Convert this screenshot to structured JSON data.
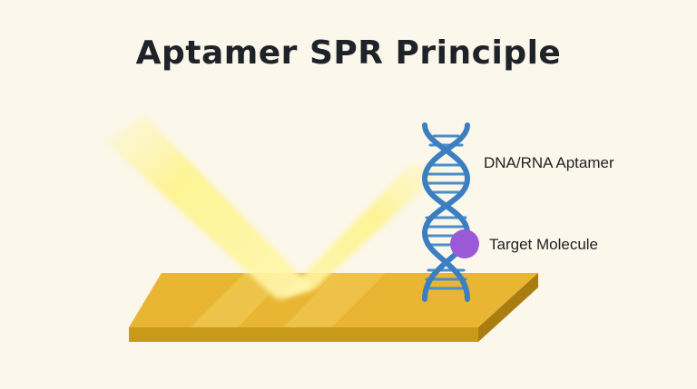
{
  "title": "Aptamer SPR Principle",
  "labels": {
    "aptamer": "DNA/RNA Aptamer",
    "target": "Target Molecule"
  },
  "colors": {
    "background": "#fbf7ea",
    "gold_top": "#e8b632",
    "gold_front": "#c99a1a",
    "gold_side": "#a97d10",
    "light_beam": "#fff27a",
    "helix_strand": "#3b7fc1",
    "helix_rung": "#4a8ccc",
    "target_molecule": "#9b59d6"
  },
  "icons": [
    "light-beam-incident",
    "light-beam-reflected",
    "gold-sensor-chip",
    "dna-helix-icon",
    "target-molecule-icon"
  ]
}
